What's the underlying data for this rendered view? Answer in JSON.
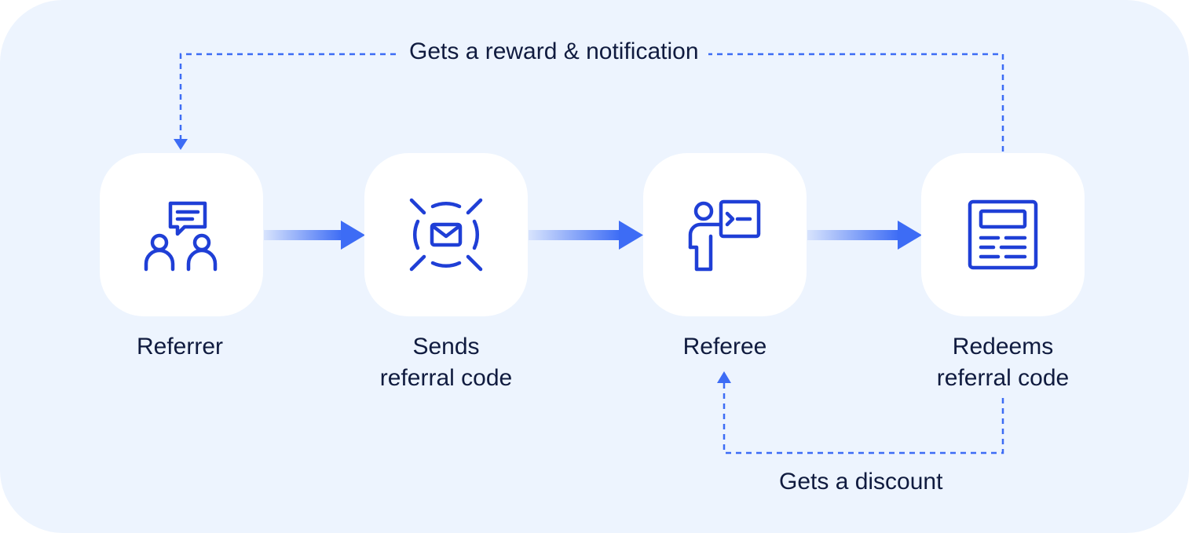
{
  "colors": {
    "background": "#edf4fe",
    "card": "#ffffff",
    "icon": "#1f3fd6",
    "arrow": "#3d6cf5",
    "text": "#101b3f"
  },
  "nodes": [
    {
      "id": "referrer",
      "label": "Referrer",
      "icon": "users-chat-icon"
    },
    {
      "id": "sends",
      "label": "Sends\nreferral code",
      "icon": "target-envelope-icon"
    },
    {
      "id": "referee",
      "label": "Referee",
      "icon": "person-code-icon"
    },
    {
      "id": "redeems",
      "label": "Redeems\nreferral code",
      "icon": "form-window-icon"
    }
  ],
  "feedback": {
    "reward_label": "Gets a reward & notification",
    "discount_label": "Gets a discount"
  }
}
